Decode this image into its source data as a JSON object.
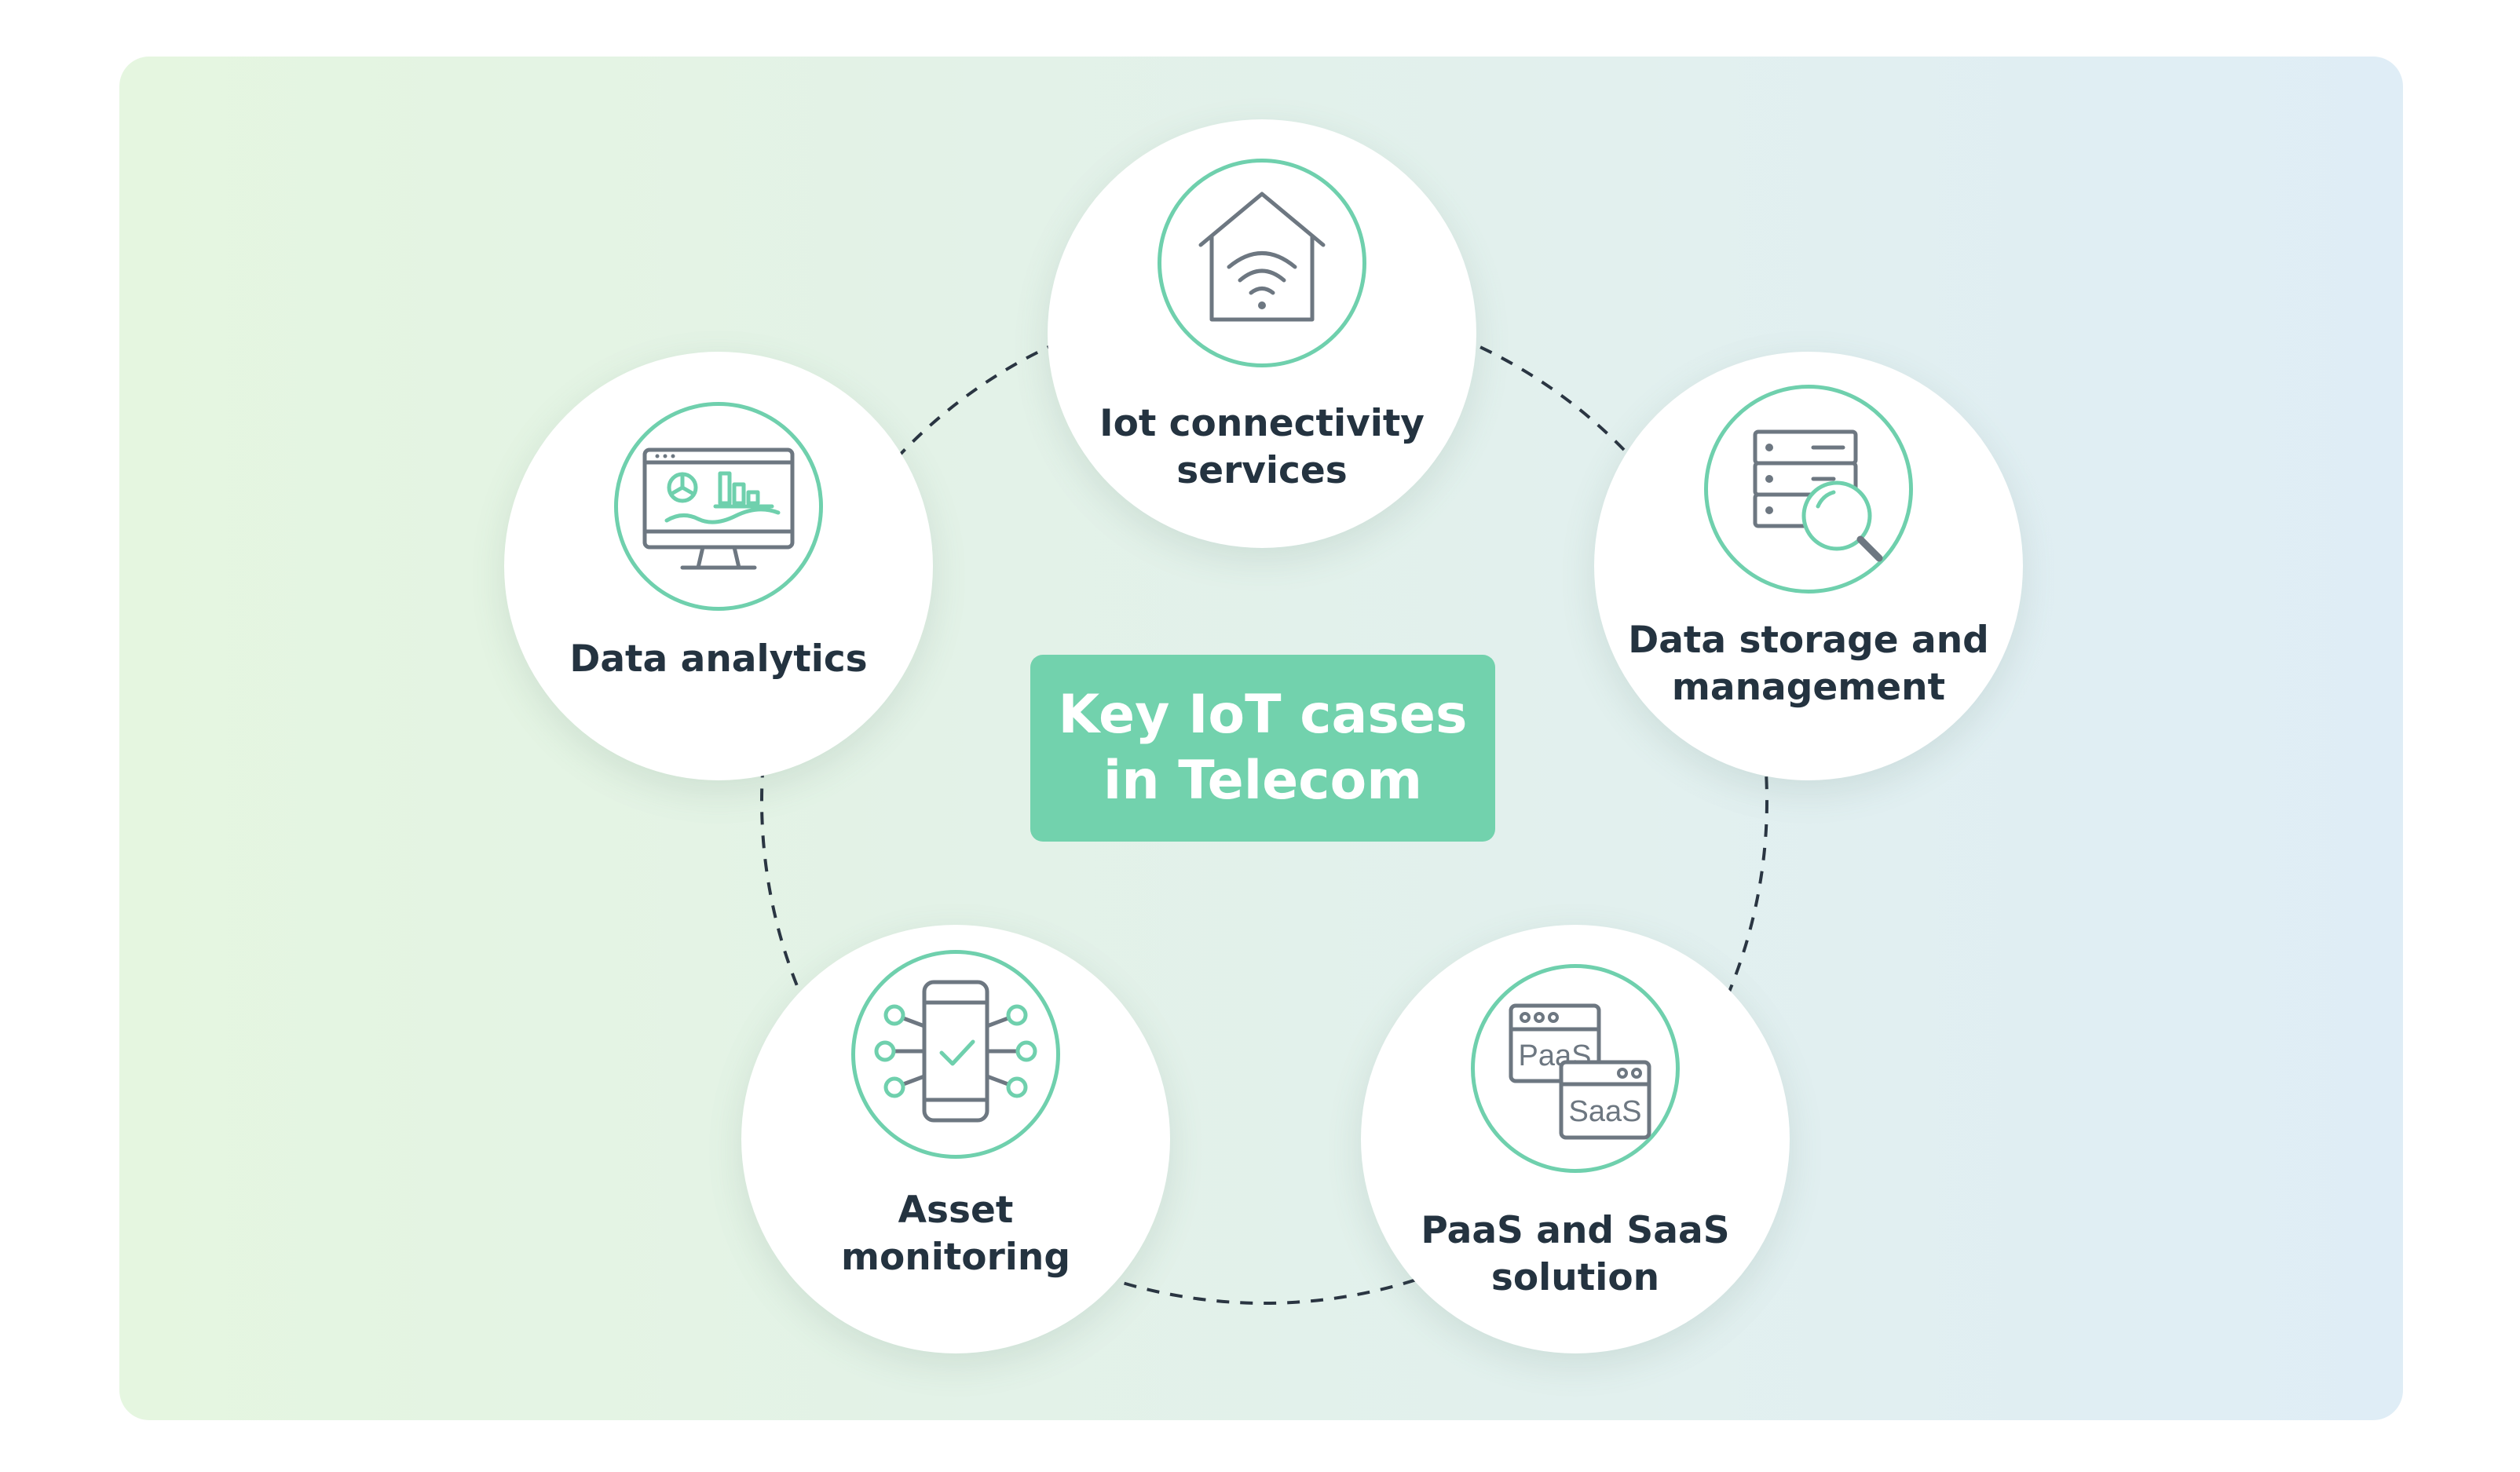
{
  "center": {
    "title": "Key IoT cases\nin Telecom"
  },
  "nodes": {
    "iot_connectivity": {
      "label": "Iot connectivity\nservices",
      "icon": "smart-home-wifi-icon"
    },
    "data_storage": {
      "label": "Data storage and\nmanagement",
      "icon": "server-search-icon"
    },
    "paas_saas": {
      "label": "PaaS and SaaS\nsolution",
      "icon": "paas-saas-windows-icon",
      "icon_text_1": "PaaS",
      "icon_text_2": "SaaS"
    },
    "asset_monitoring": {
      "label": "Asset\nmonitoring",
      "icon": "phone-check-network-icon"
    },
    "data_analytics": {
      "label": "Data analytics",
      "icon": "monitor-analytics-icon"
    }
  },
  "colors": {
    "accent": "#72d2ad",
    "icon_outline": "#6fd0ad",
    "icon_stroke": "#6d7781",
    "text": "#243340",
    "ring_dash": "#2a3542"
  }
}
